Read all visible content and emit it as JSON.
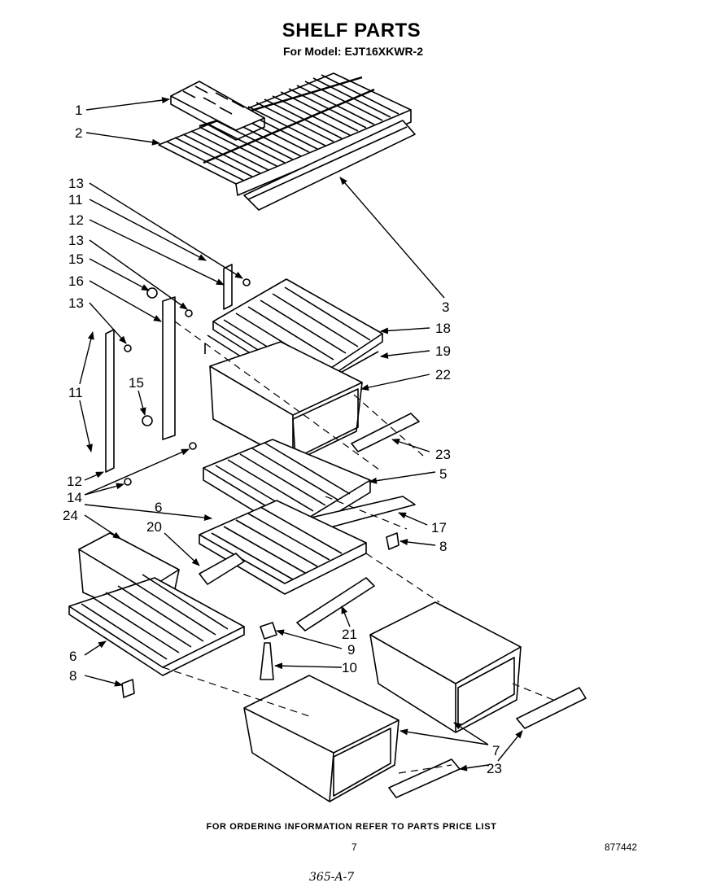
{
  "header": {
    "title": "SHELF PARTS",
    "model_label": "For Model:",
    "model_number": "EJT16XKWR-2"
  },
  "callouts": {
    "c1": "1",
    "c2": "2",
    "c3": "3",
    "c13a": "13",
    "c11a": "11",
    "c12a": "12",
    "c13b": "13",
    "c15a": "15",
    "c16": "16",
    "c13c": "13",
    "c11b": "11",
    "c15b": "15",
    "c12b": "12",
    "c14": "14",
    "c6a": "6",
    "c24": "24",
    "c20": "20",
    "c6b": "6",
    "c8b": "8",
    "c18": "18",
    "c19": "19",
    "c22": "22",
    "c23a": "23",
    "c5": "5",
    "c17": "17",
    "c8a": "8",
    "c21": "21",
    "c9": "9",
    "c10": "10",
    "c7": "7",
    "c23b": "23"
  },
  "footer": {
    "ordering_note": "FOR ORDERING INFORMATION REFER TO PARTS PRICE LIST",
    "page_number": "7",
    "document_number": "877442",
    "handwritten_note": "365-A-7"
  }
}
